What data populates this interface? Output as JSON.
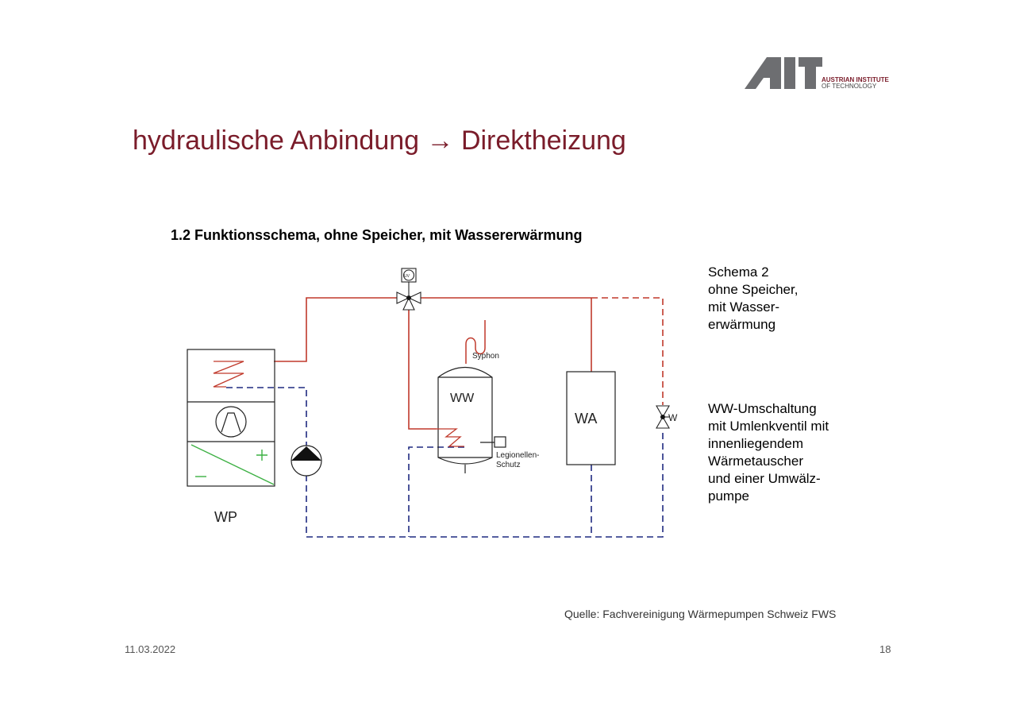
{
  "logo": {
    "text_line1": "AUSTRIAN INSTITUTE",
    "text_line2": "OF TECHNOLOGY"
  },
  "title": "hydraulische Anbindung → Direktheizung",
  "subtitle": "1.2 Funktionsschema, ohne Speicher, mit Wassererwärmung",
  "diagram": {
    "labels": {
      "uv": "UV",
      "syphon": "Syphon",
      "ww": "WW",
      "wa": "WA",
      "wp": "WP",
      "legionellen_1": "Legionellen-",
      "legionellen_2": "Schutz",
      "valve_w": "W"
    },
    "colors": {
      "supply": "#c0392b",
      "return": "#1f2a80",
      "green": "#3cb043",
      "outline": "#222222"
    }
  },
  "description1": [
    "Schema 2",
    "ohne Speicher,",
    "mit Wasser-",
    "erwärmung"
  ],
  "description2": [
    "WW-Umschaltung",
    "mit Umlenkventil mit",
    "innenliegendem",
    "Wärmetauscher",
    "und einer Umwälz-",
    "pumpe"
  ],
  "source": "Quelle: Fachvereinigung Wärmepumpen Schweiz FWS",
  "footer": {
    "date": "11.03.2022",
    "page": "18"
  }
}
